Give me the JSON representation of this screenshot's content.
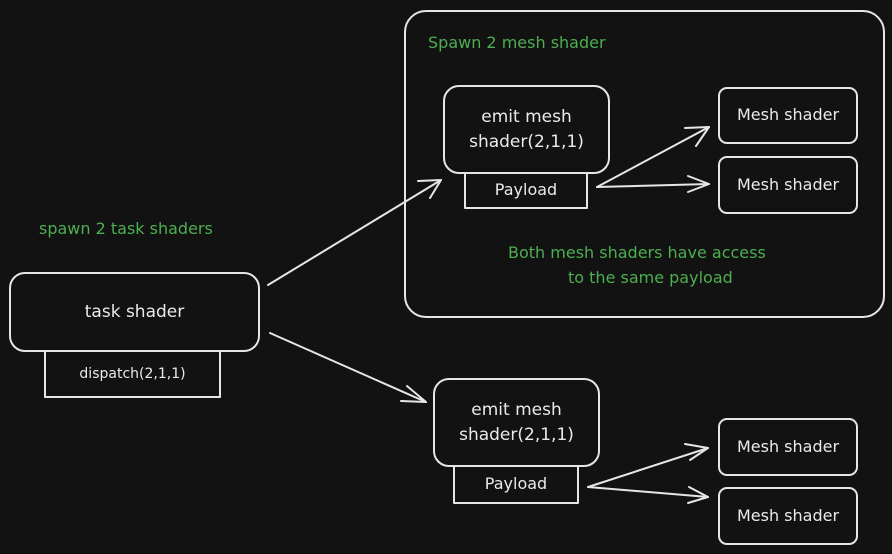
{
  "labels": {
    "spawn_task": "spawn 2 task shaders",
    "spawn_mesh": "Spawn 2 mesh shader",
    "access_note_line1": "Both mesh shaders have access",
    "access_note_line2": "to the same payload"
  },
  "task": {
    "title": "task shader",
    "dispatch": "dispatch(2,1,1)"
  },
  "upper": {
    "emit_line1": "emit mesh",
    "emit_line2": "shader(2,1,1)",
    "payload": "Payload",
    "mesh": [
      "Mesh shader",
      "Mesh shader"
    ]
  },
  "lower": {
    "emit_line1": "emit mesh",
    "emit_line2": "shader(2,1,1)",
    "payload": "Payload",
    "mesh": [
      "Mesh shader",
      "Mesh shader"
    ]
  },
  "colors": {
    "background": "#121212",
    "stroke": "#e6e6e6",
    "annotation": "#4caf50"
  }
}
